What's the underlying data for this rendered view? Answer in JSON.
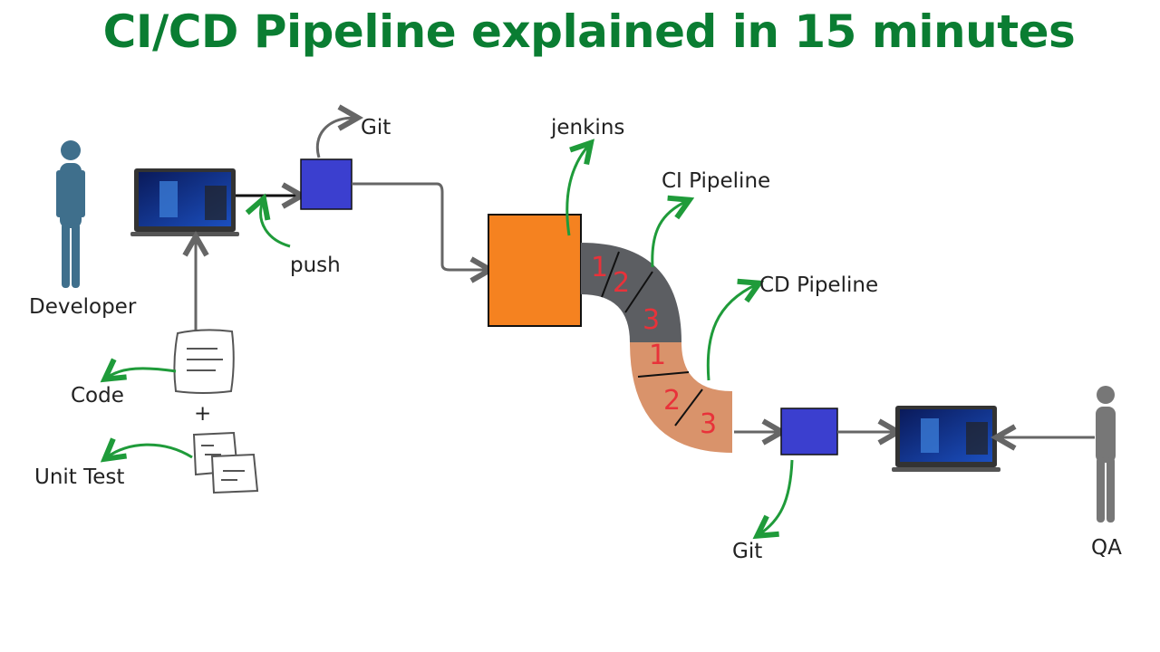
{
  "title": "CI/CD Pipeline explained in 15 minutes",
  "labels": {
    "developer": "Developer",
    "push": "push",
    "git_top": "Git",
    "jenkins": "jenkins",
    "ci_pipeline": "CI Pipeline",
    "cd_pipeline": "CD Pipeline",
    "code": "Code",
    "plus": "+",
    "unit_test": "Unit Test",
    "git_bottom": "Git",
    "qa": "QA"
  },
  "pipeline": {
    "ci_stages": [
      "1",
      "2",
      "3"
    ],
    "cd_stages": [
      "1",
      "2",
      "3"
    ]
  },
  "colors": {
    "title": "#0a7d32",
    "annotation_green": "#1f9b3a",
    "git_box": "#3b3fcf",
    "jenkins_box": "#f58220",
    "ci_pipe": "#5c5e62",
    "cd_pipe": "#d9936b",
    "stage_numbers": "#e8323a"
  }
}
